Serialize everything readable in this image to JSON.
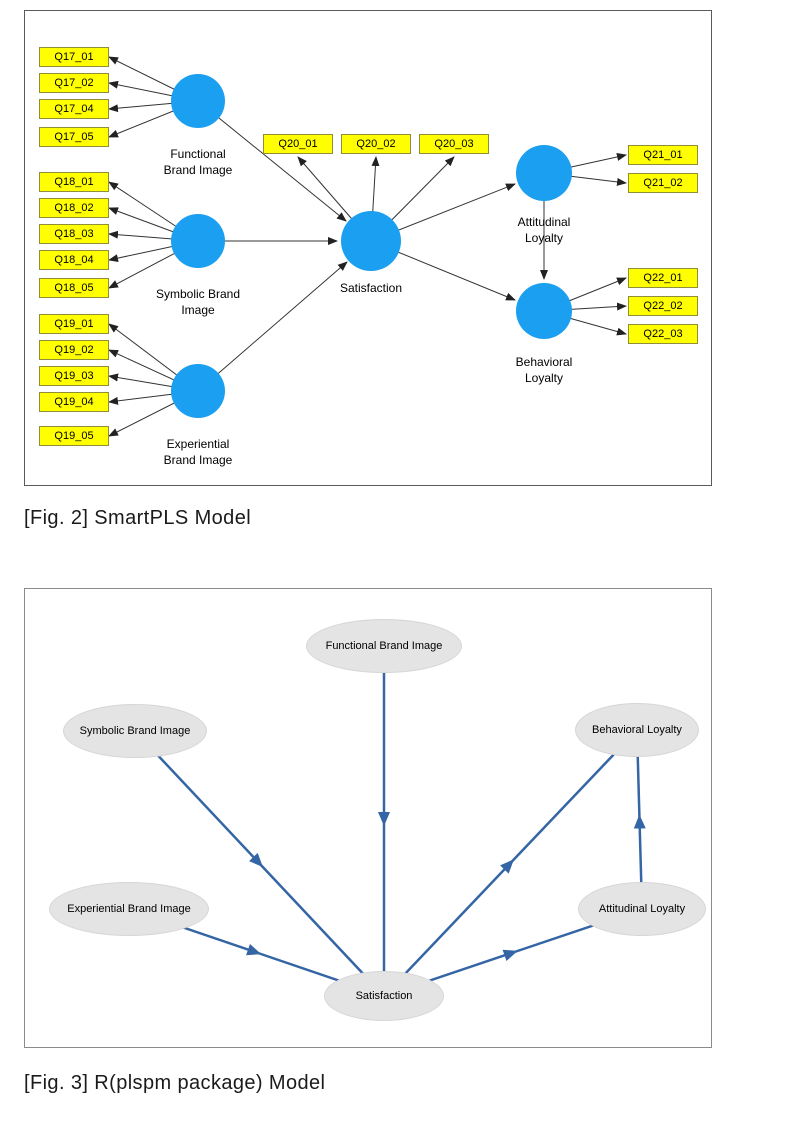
{
  "figure2": {
    "caption": "[Fig. 2] SmartPLS Model",
    "constructs": {
      "functional": "Functional Brand Image",
      "symbolic": "Symbolic Brand Image",
      "experiential": "Experiential Brand Image",
      "satisfaction": "Satisfaction",
      "attitudinal": "Attitudinal Loyalty",
      "behavioral": "Behavioral Loyalty"
    },
    "indicators": {
      "q17": [
        "Q17_01",
        "Q17_02",
        "Q17_04",
        "Q17_05"
      ],
      "q18": [
        "Q18_01",
        "Q18_02",
        "Q18_03",
        "Q18_04",
        "Q18_05"
      ],
      "q19": [
        "Q19_01",
        "Q19_02",
        "Q19_03",
        "Q19_04",
        "Q19_05"
      ],
      "q20": [
        "Q20_01",
        "Q20_02",
        "Q20_03"
      ],
      "q21": [
        "Q21_01",
        "Q21_02"
      ],
      "q22": [
        "Q22_01",
        "Q22_02",
        "Q22_03"
      ]
    },
    "indicator_assignments": {
      "Functional Brand Image": "q17",
      "Symbolic Brand Image": "q18",
      "Experiential Brand Image": "q19",
      "Satisfaction": "q20",
      "Attitudinal Loyalty": "q21",
      "Behavioral Loyalty": "q22"
    },
    "structural_paths": [
      "Functional Brand Image -> Satisfaction",
      "Symbolic Brand Image -> Satisfaction",
      "Experiential Brand Image -> Satisfaction",
      "Satisfaction -> Attitudinal Loyalty",
      "Satisfaction -> Behavioral Loyalty",
      "Attitudinal Loyalty -> Behavioral Loyalty"
    ],
    "colors": {
      "construct_fill": "#1b9ff0",
      "indicator_fill": "#ffff00",
      "arrow": "#333333"
    }
  },
  "figure3": {
    "caption": "[Fig. 3] R(plspm package) Model",
    "nodes": {
      "functional": "Functional Brand Image",
      "symbolic": "Symbolic Brand Image",
      "experiential": "Experiential Brand Image",
      "satisfaction": "Satisfaction",
      "attitudinal": "Attitudinal Loyalty",
      "behavioral": "Behavioral Loyalty"
    },
    "paths": [
      "Functional Brand Image -> Satisfaction",
      "Symbolic Brand Image -> Satisfaction",
      "Experiential Brand Image -> Satisfaction",
      "Satisfaction -> Behavioral Loyalty",
      "Satisfaction -> Attitudinal Loyalty",
      "Attitudinal Loyalty -> Behavioral Loyalty"
    ],
    "colors": {
      "node_fill": "#e4e4e4",
      "arrow": "#3465a4"
    }
  }
}
